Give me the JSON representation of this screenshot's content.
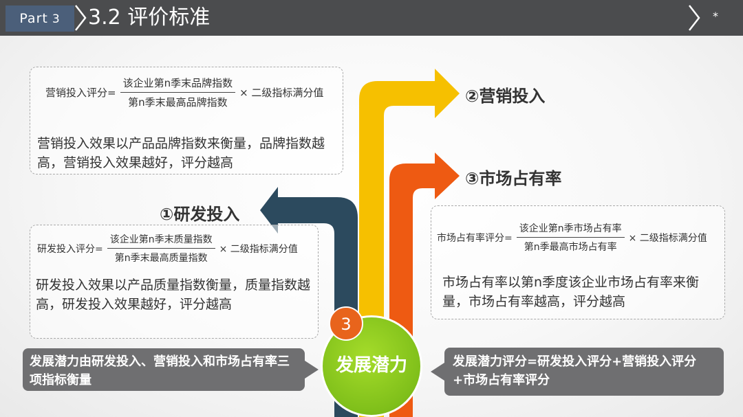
{
  "header": {
    "part_label": "Part",
    "part_number": "3",
    "title": "3.2 评价标准",
    "star": "*"
  },
  "marketing": {
    "heading": "②营销投入",
    "formula_lhs": "营销投入评分=",
    "numerator": "该企业第n季末品牌指数",
    "denominator": "第n季末最高品牌指数",
    "rhs": "× 二级指标满分值",
    "description": "营销投入效果以产品品牌指数来衡量，品牌指数越高，营销投入效果越好，评分越高"
  },
  "rnd": {
    "heading": "①研发投入",
    "formula_lhs": "研发投入评分=",
    "numerator": "该企业第n季末质量指数",
    "denominator": "第n季末最高质量指数",
    "rhs": "× 二级指标满分值",
    "description": "研发投入效果以产品质量指数衡量，质量指数越高，研发投入效果越好，评分越高"
  },
  "market_share": {
    "heading": "③市场占有率",
    "formula_lhs": "市场占有率评分=",
    "numerator": "该企业第n季市场占有率",
    "denominator": "第n季最高市场占有率",
    "rhs": "× 二级指标满分值",
    "description": "市场占有率以第n季度该企业市场占有率来衡量，市场占有率越高，评分越高"
  },
  "center": {
    "number": "3",
    "label": "发展潜力"
  },
  "bottom_left": {
    "text": "发展潜力由研发投入、营销投入和市场占有率三项指标衡量"
  },
  "bottom_right": {
    "text": "发展潜力评分=研发投入评分+营销投入评分+市场占有率评分"
  },
  "colors": {
    "navy_arrow": "#2c4a5e",
    "yellow_arrow": "#f6c000",
    "orange_arrow": "#ee5a12",
    "green_circle": "#8cc820",
    "gray_box": "#6f6f71"
  }
}
